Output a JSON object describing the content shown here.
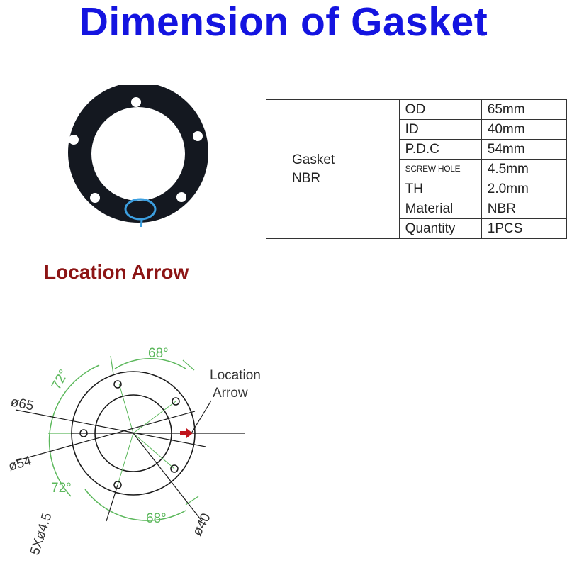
{
  "title": "Dimension of Gasket",
  "photo_label": "Location Arrow",
  "spec_table": {
    "group_line1": "Gasket",
    "group_line2": "NBR",
    "rows": [
      {
        "param": "OD",
        "value": "65mm"
      },
      {
        "param": "ID",
        "value": "40mm"
      },
      {
        "param": "P.D.C",
        "value": "54mm"
      },
      {
        "param": "SCREW HOLE",
        "value": "4.5mm"
      },
      {
        "param": "TH",
        "value": "2.0mm"
      },
      {
        "param": "Material",
        "value": "NBR"
      },
      {
        "param": "Quantity",
        "value": "1PCS"
      }
    ]
  },
  "drawing": {
    "angle_top": "68°",
    "angle_upper_left": "72°",
    "angle_lower_left": "72°",
    "angle_bottom": "68°",
    "od_label": "ø65",
    "pdc_label": "ø54",
    "id_label": "ø40",
    "hole_label": "5Xø4.5",
    "location_line1": "Location",
    "location_line2": "Arrow"
  },
  "colors": {
    "title": "#1414e0",
    "location_label": "#8c1414",
    "marker_ring": "#3c9fe0",
    "dimension_green": "#5cb85c",
    "arrow_red": "#c0141c"
  }
}
